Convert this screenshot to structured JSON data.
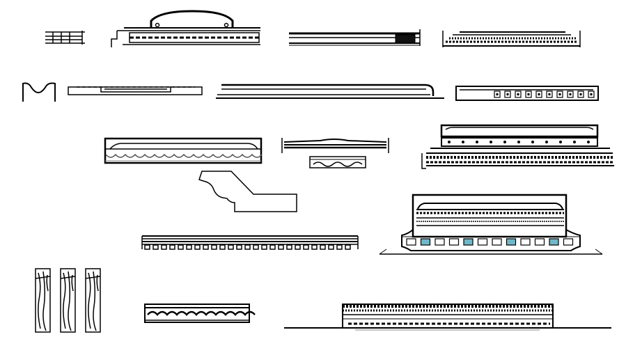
{
  "drawing": {
    "background": "#ffffff",
    "line_color": "#000000",
    "fill_color": "#ffffff",
    "accent_color": "#6fb8c8",
    "dark_fill": "#111111",
    "sheet_name": "molding-and-cornice-details-sheet",
    "items": [
      {
        "id": "small-frieze-profile"
      },
      {
        "id": "arched-cornice-block"
      },
      {
        "id": "flat-rail-detail"
      },
      {
        "id": "cornice-with-dentils"
      },
      {
        "id": "cove-molding-profile"
      },
      {
        "id": "recessed-rail-section"
      },
      {
        "id": "long-handrail-profile"
      },
      {
        "id": "ornamental-band-rail"
      },
      {
        "id": "scalloped-frieze-panel"
      },
      {
        "id": "thin-cap-rail-with-band"
      },
      {
        "id": "large-layered-cornice"
      },
      {
        "id": "crown-molding-profile"
      },
      {
        "id": "dentil-cornice-strip"
      },
      {
        "id": "pedestal-cornice-with-accents"
      },
      {
        "id": "wood-grain-post"
      },
      {
        "id": "wave-frieze-panel"
      },
      {
        "id": "base-platform-cornice"
      }
    ]
  }
}
